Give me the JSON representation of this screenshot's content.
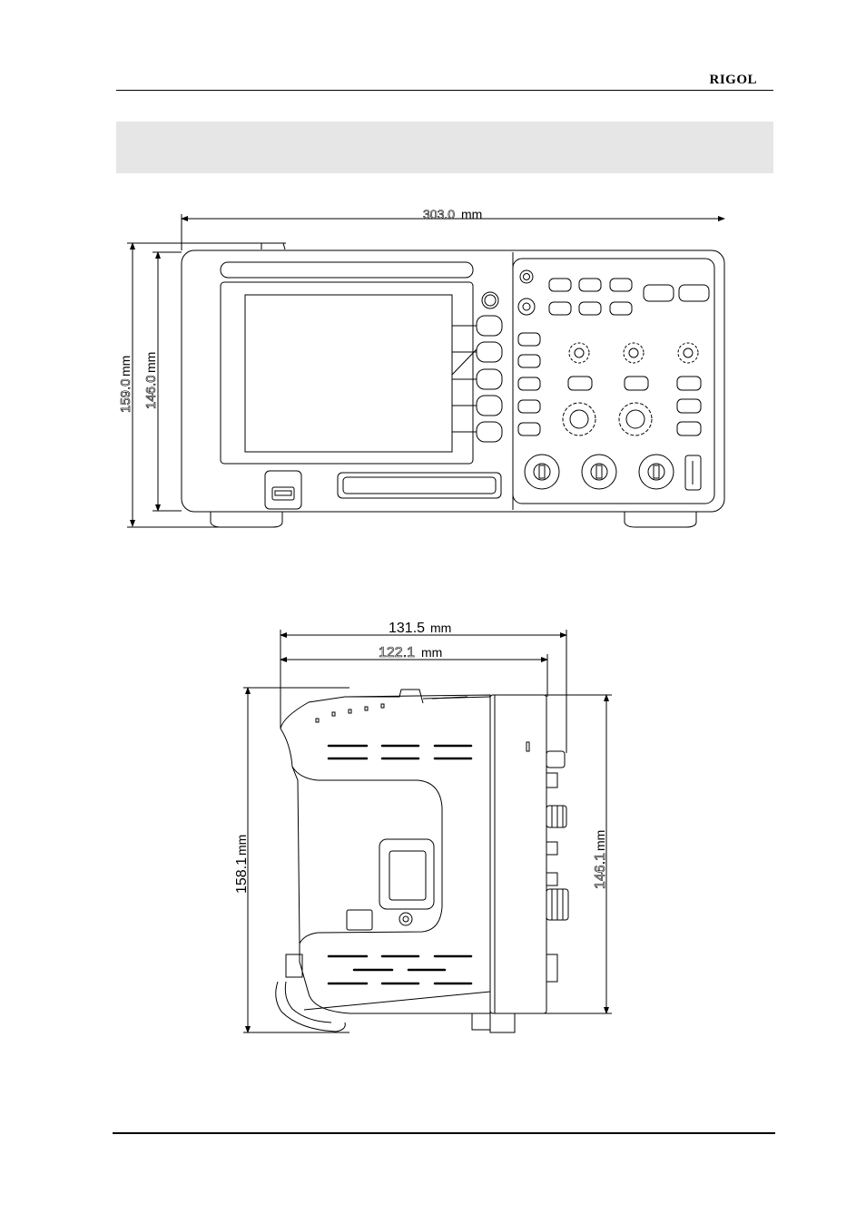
{
  "header": {
    "brand": "RIGOL"
  },
  "front_view": {
    "width_value": "303.0",
    "height_outer_value": "159.0",
    "height_inner_value": "146.0",
    "unit": "mm"
  },
  "side_view": {
    "depth_outer_value": "131.5",
    "depth_inner_value": "122.1",
    "height_left_value": "158.1",
    "height_right_value": "146.1",
    "unit": "mm"
  }
}
